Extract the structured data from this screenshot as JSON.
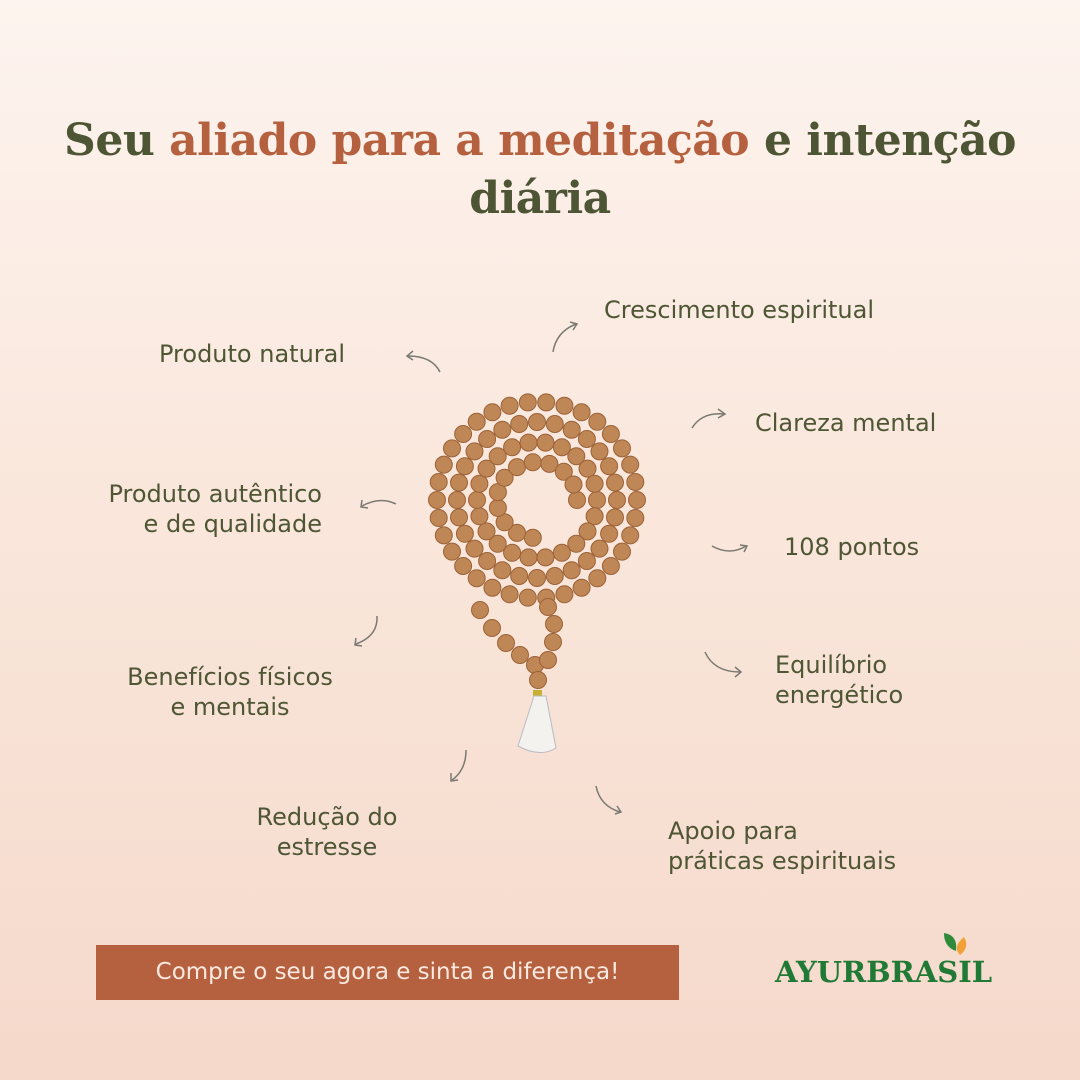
{
  "headline": {
    "part1": "Seu ",
    "part2": "aliado para a meditação",
    "part3": " e intenção",
    "part4": "diária"
  },
  "benefits": [
    "Crescimento espiritual",
    "Produto natural",
    "Clareza mental",
    "Produto autêntico",
    "e de qualidade",
    "108 pontos",
    "Benefícios físicos",
    "e mentais",
    "Equilíbrio",
    "energético",
    "Redução do",
    "estresse",
    "Apoio para",
    "práticas espirituais"
  ],
  "cta": {
    "label": "Compre o seu agora e sinta a diferença!"
  },
  "brand": {
    "name": "AYURBRASIL"
  },
  "colors": {
    "accent": "#b5613f",
    "text": "#4e5634",
    "brand": "#207a36"
  }
}
